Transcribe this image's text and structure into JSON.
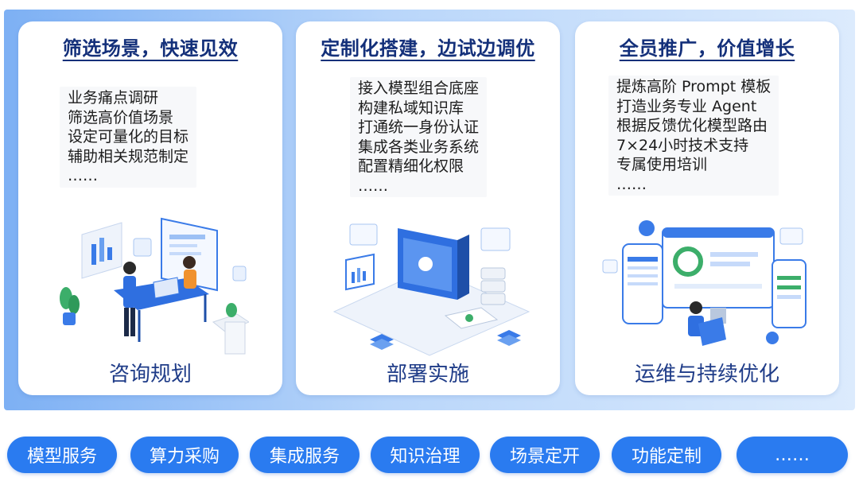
{
  "cards": [
    {
      "heading": "筛选场景，快速见效",
      "items": [
        "业务痛点调研",
        "筛选高价值场景",
        "设定可量化的目标",
        "辅助相关规范制定",
        "……"
      ],
      "footer": "咨询规划"
    },
    {
      "heading": "定制化搭建，边试边调优",
      "items": [
        "接入模型组合底座",
        "构建私域知识库",
        "打通统一身份认证",
        "集成各类业务系统",
        "配置精细化权限",
        "……"
      ],
      "footer": "部署实施"
    },
    {
      "heading": "全员推广，价值增长",
      "items": [
        "提炼高阶 Prompt 模板",
        "打造业务专业 Agent",
        "根据反馈优化模型路由",
        "7×24小时技术支持",
        "专属使用培训",
        "……"
      ],
      "footer": "运维与持续优化"
    }
  ],
  "services": [
    "模型服务",
    "算力采购",
    "集成服务",
    "知识治理",
    "场景定开",
    "功能定制",
    "……"
  ],
  "colors": {
    "accent": "#2a7bf0",
    "heading": "#14307a",
    "footer": "#1f3c88",
    "panel": "#b9d6fa"
  }
}
